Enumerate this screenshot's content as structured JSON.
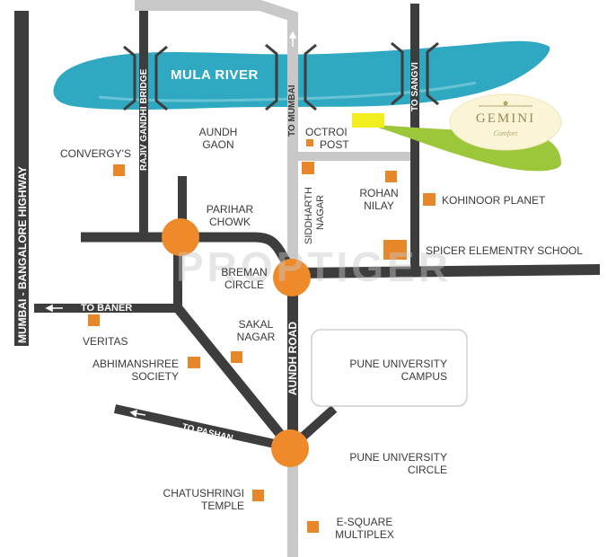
{
  "river": {
    "label": "MULA RIVER",
    "color": "#2fa9c1"
  },
  "brand": {
    "name": "GEMINI",
    "tagline": "Comfort"
  },
  "watermark": "PROPTIGER",
  "roads": {
    "highway": "MUMBAI - BANGALORE HIGHWAY",
    "bridge": "RAJIV GANDHI BRIDGE",
    "to_mumbai": "TO MUMBAI",
    "to_sangvi": "TO SANGVI",
    "to_baner": "TO BANER",
    "to_pashan": "TO PASHAN",
    "aundh_road": "AUNDH ROAD"
  },
  "places": {
    "aundh_gaon": [
      "AUNDH",
      "GAON"
    ],
    "octroi_post": [
      "OCTROI",
      "POST"
    ],
    "convergys": "CONVERGY'S",
    "siddharth_nagar": [
      "SIDDHARTH",
      "NAGAR"
    ],
    "rohan_nilay": [
      "ROHAN",
      "NILAY"
    ],
    "kohinoor_planet": "KOHINOOR PLANET",
    "parihar_chowk": [
      "PARIHAR",
      "CHOWK"
    ],
    "spicer_school": "SPICER ELEMENTRY SCHOOL",
    "breman_circle": [
      "BREMAN",
      "CIRCLE"
    ],
    "sakal_nagar": [
      "SAKAL",
      "NAGAR"
    ],
    "veritas": "VERITAS",
    "abhimanshree": [
      "ABHIMANSHREE",
      "SOCIETY"
    ],
    "pune_university_campus": [
      "PUNE UNIVERSITY",
      "CAMPUS"
    ],
    "pune_university_circle": [
      "PUNE UNIVERSITY",
      "CIRCLE"
    ],
    "chatushringi": [
      "CHATUSHRINGI",
      "TEMPLE"
    ],
    "e_square": [
      "E-SQUARE",
      "MULTIPLEX"
    ]
  },
  "colors": {
    "road": "#3d3d3d",
    "road_light": "#c8c8c8",
    "marker": "#e8862a",
    "circle": "#ef8a2a",
    "project": "#9cc73a",
    "project_marker": "#f2ee1e"
  }
}
